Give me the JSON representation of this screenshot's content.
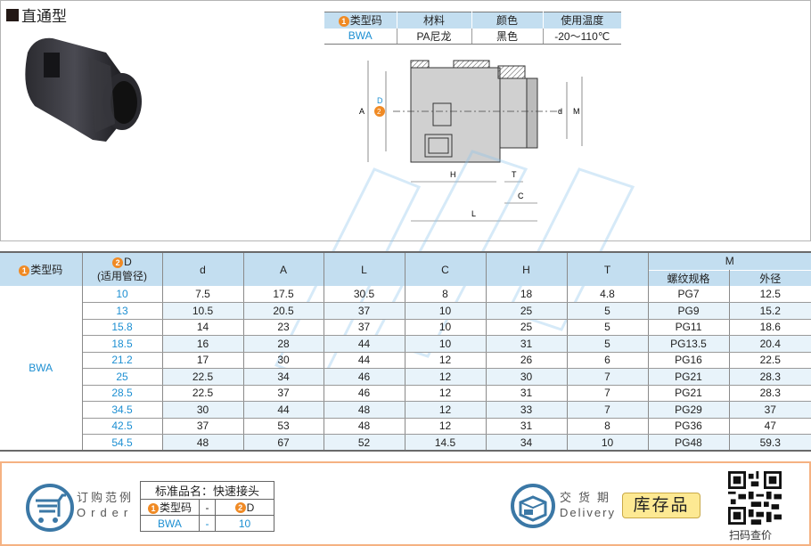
{
  "header": {
    "title": "直通型"
  },
  "spec_table": {
    "headers": [
      {
        "badge": "1",
        "label": "类型码"
      },
      {
        "badge": "",
        "label": "材料"
      },
      {
        "badge": "",
        "label": "颜色"
      },
      {
        "badge": "",
        "label": "使用温度"
      }
    ],
    "row": {
      "type_code": "BWA",
      "material": "PA尼龙",
      "color": "黑色",
      "temperature": "-20～110℃"
    }
  },
  "drawing": {
    "labels": {
      "A": "A",
      "D": "D",
      "D_badge": "2",
      "d": "d",
      "M": "M",
      "H": "H",
      "T": "T",
      "C": "C",
      "L": "L"
    }
  },
  "main_table": {
    "headers": {
      "type_code": {
        "badge": "1",
        "label": "类型码"
      },
      "D": {
        "badge": "2",
        "label": "D",
        "sub": "(适用管径)"
      },
      "d": "d",
      "A": "A",
      "L": "L",
      "C": "C",
      "H": "H",
      "T": "T",
      "M": "M",
      "M_thread": "螺纹规格",
      "M_outer": "外径"
    },
    "type_code": "BWA",
    "rows": [
      {
        "D": "10",
        "d": "7.5",
        "A": "17.5",
        "L": "30.5",
        "C": "8",
        "H": "18",
        "T": "4.8",
        "thread": "PG7",
        "outer": "12.5"
      },
      {
        "D": "13",
        "d": "10.5",
        "A": "20.5",
        "L": "37",
        "C": "10",
        "H": "25",
        "T": "5",
        "thread": "PG9",
        "outer": "15.2"
      },
      {
        "D": "15.8",
        "d": "14",
        "A": "23",
        "L": "37",
        "C": "10",
        "H": "25",
        "T": "5",
        "thread": "PG11",
        "outer": "18.6"
      },
      {
        "D": "18.5",
        "d": "16",
        "A": "28",
        "L": "44",
        "C": "10",
        "H": "31",
        "T": "5",
        "thread": "PG13.5",
        "outer": "20.4"
      },
      {
        "D": "21.2",
        "d": "17",
        "A": "30",
        "L": "44",
        "C": "12",
        "H": "26",
        "T": "6",
        "thread": "PG16",
        "outer": "22.5"
      },
      {
        "D": "25",
        "d": "22.5",
        "A": "34",
        "L": "46",
        "C": "12",
        "H": "30",
        "T": "7",
        "thread": "PG21",
        "outer": "28.3"
      },
      {
        "D": "28.5",
        "d": "22.5",
        "A": "37",
        "L": "46",
        "C": "12",
        "H": "31",
        "T": "7",
        "thread": "PG21",
        "outer": "28.3"
      },
      {
        "D": "34.5",
        "d": "30",
        "A": "44",
        "L": "48",
        "C": "12",
        "H": "33",
        "T": "7",
        "thread": "PG29",
        "outer": "37"
      },
      {
        "D": "42.5",
        "d": "37",
        "A": "53",
        "L": "48",
        "C": "12",
        "H": "31",
        "T": "8",
        "thread": "PG36",
        "outer": "47"
      },
      {
        "D": "54.5",
        "d": "48",
        "A": "67",
        "L": "52",
        "C": "14.5",
        "H": "34",
        "T": "10",
        "thread": "PG48",
        "outer": "59.3"
      }
    ]
  },
  "order": {
    "label_cn": "订购范例",
    "label_en": "Order",
    "table": {
      "title": "标准品名：快速接头",
      "col1": {
        "badge": "1",
        "label": "类型码"
      },
      "sep": "-",
      "col2": {
        "badge": "2",
        "label": "D"
      },
      "value1": "BWA",
      "value2": "10"
    }
  },
  "delivery": {
    "label_cn": "交货期",
    "label_en": "Delivery",
    "status": "库存品"
  },
  "qr": {
    "label": "扫码查价"
  },
  "colors": {
    "header_bg": "#c3def0",
    "alt_row_bg": "#e8f3fa",
    "accent_blue": "#1d8fd2",
    "badge_orange": "#f08a24",
    "panel_border": "#f5b282",
    "stock_bg": "#fde993",
    "icon_blue": "#3b78a6"
  }
}
